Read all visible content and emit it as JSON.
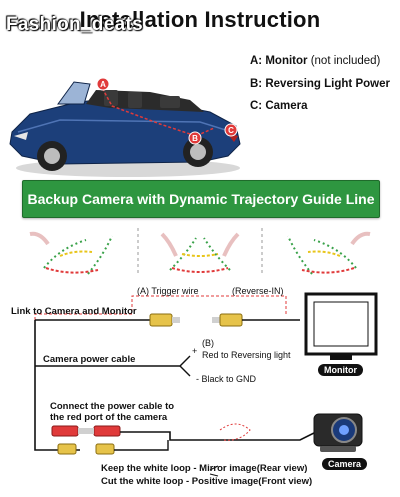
{
  "header": {
    "title": "Installation Instruction",
    "watermark": "Fashion_deats"
  },
  "legend": {
    "items": [
      {
        "letter": "A:",
        "text": "Monitor",
        "note": "(not included)"
      },
      {
        "letter": "B:",
        "text": "Reversing Light Power",
        "note": ""
      },
      {
        "letter": "C:",
        "text": "Camera",
        "note": ""
      }
    ]
  },
  "car_markers": [
    "A",
    "B",
    "C"
  ],
  "banner": {
    "text": "Backup Camera with Dynamic Trajectory Guide Line"
  },
  "wiring": {
    "link_label": "Link to Camera and Monitor",
    "trigger": "(A)  Trigger wire",
    "reverse_in": "(Reverse-IN)",
    "monitor_tag": "Monitor",
    "power_cable": "Camera power cable",
    "b_label": "(B)",
    "plus": "+",
    "red_label": "Red to Reversing light",
    "black_label": "- Black to GND",
    "connect_note_1": "Connect the power cable to",
    "connect_note_2": "the red port of the camera",
    "camera_tag": "Camera",
    "keep_loop": "Keep the white loop - Mirror image(Rear view)",
    "cut_loop": "Cut the white loop - Positive image(Front view)"
  },
  "colors": {
    "banner": "#2e9640",
    "guide_red": "#e03a3a",
    "guide_green": "#3aa24a",
    "guide_yellow": "#e8c51a",
    "car_body": "#1c3f7a"
  },
  "icons": [
    "car-illustration",
    "monitor-icon",
    "camera-icon",
    "rca-connector-icon",
    "power-plug-icon"
  ]
}
